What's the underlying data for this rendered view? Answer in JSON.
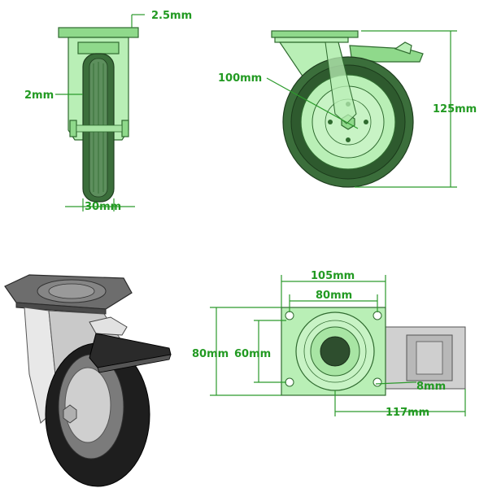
{
  "colors": {
    "dimension": "#229a22",
    "body_fill": "#b9efb6",
    "body_outline": "#2f6a2f",
    "tire": "#3b6e3b"
  },
  "front_view": {
    "dim_top_plate": "2.5mm",
    "dim_side_gap": "2mm",
    "dim_wheel_width": "30mm"
  },
  "side_view": {
    "dim_wheel_diameter": "100mm",
    "dim_total_height": "125mm"
  },
  "top_view": {
    "dim_plate_width": "105mm",
    "dim_hole_spacing_x": "80mm",
    "dim_plate_height": "80mm",
    "dim_hole_spacing_y": "60mm",
    "dim_hole_diameter": "8mm",
    "dim_offset": "117mm"
  }
}
